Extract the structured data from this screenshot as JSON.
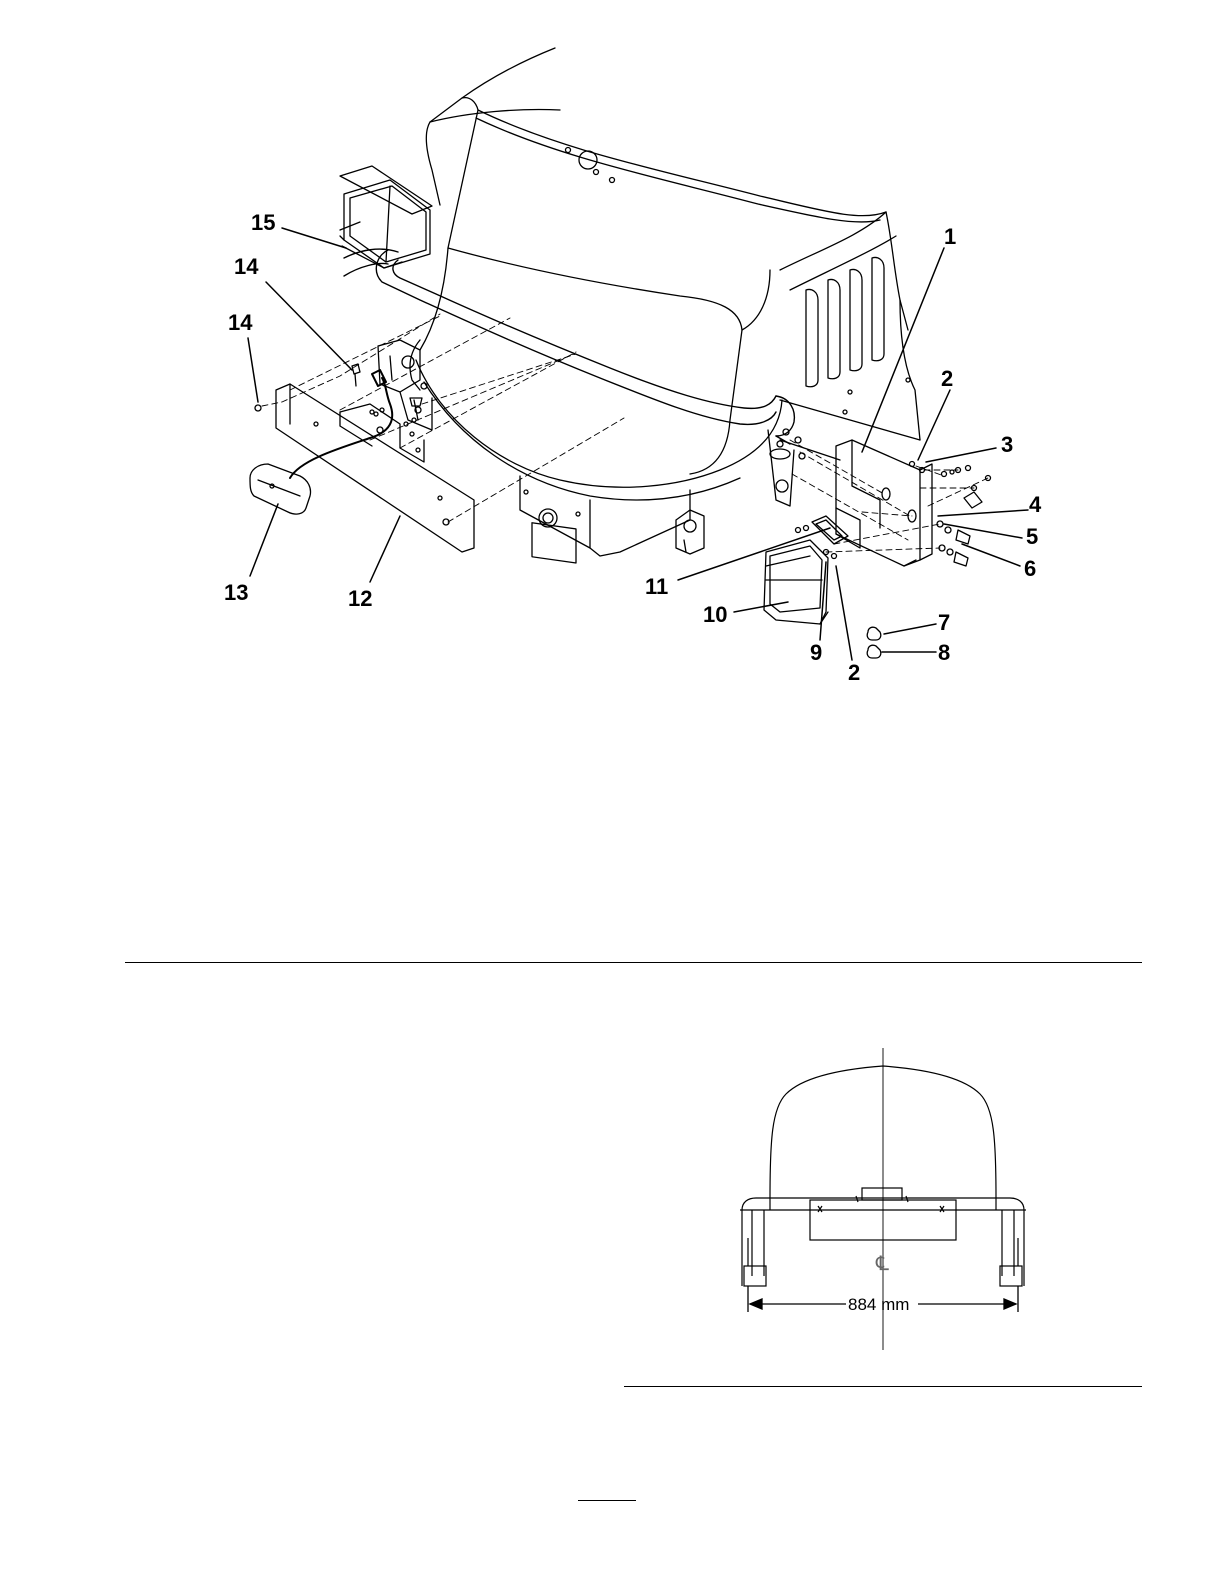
{
  "callouts": {
    "c1": "1",
    "c2a": "2",
    "c3": "3",
    "c4": "4",
    "c5": "5",
    "c6": "6",
    "c7": "7",
    "c8": "8",
    "c9": "9",
    "c2b": "2",
    "c10": "10",
    "c11": "11",
    "c12": "12",
    "c13": "13",
    "c14a": "14",
    "c14b": "14",
    "c15": "15"
  },
  "plan_view": {
    "dimension": "884 mm",
    "centerline_symbol": "℄"
  }
}
